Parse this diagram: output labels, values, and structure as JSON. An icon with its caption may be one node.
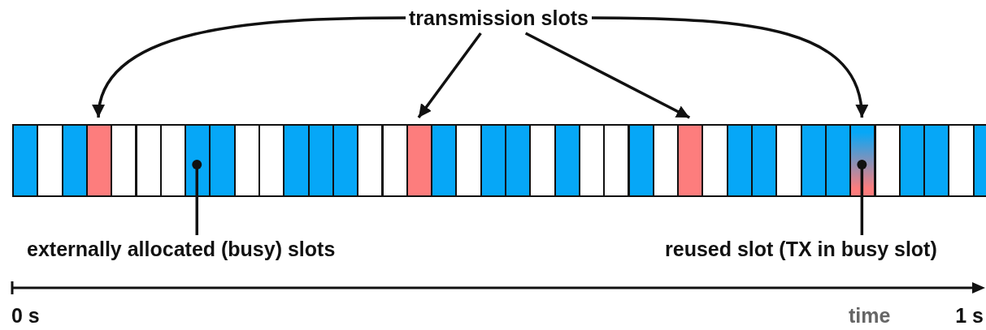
{
  "diagram": {
    "nodes": [
      {
        "text": [
          "transmission slots"
        ]
      },
      {
        "text": [],
        "shape": "box"
      },
      {
        "text": [],
        "shape": "box"
      },
      {
        "text": [],
        "shape": "box"
      },
      {
        "text": [],
        "shape": "box"
      },
      {
        "text": [],
        "shape": "box"
      },
      {
        "text": [],
        "shape": "box"
      },
      {
        "text": [],
        "shape": "box"
      },
      {
        "text": [],
        "shape": "box"
      },
      {
        "text": [],
        "shape": "box"
      },
      {
        "text": [],
        "shape": "box"
      },
      {
        "text": [],
        "shape": "box"
      },
      {
        "text": [],
        "shape": "box"
      },
      {
        "text": [],
        "shape": "box"
      },
      {
        "text": [],
        "shape": "box"
      },
      {
        "text": [],
        "shape": "box"
      },
      {
        "text": [],
        "shape": "box"
      },
      {
        "text": [],
        "shape": "box"
      },
      {
        "text": [],
        "shape": "box"
      },
      {
        "text": [],
        "shape": "box"
      },
      {
        "text": [],
        "shape": "box"
      },
      {
        "text": [],
        "shape": "box"
      },
      {
        "text": [],
        "shape": "box"
      },
      {
        "text": [],
        "shape": "box"
      },
      {
        "text": [],
        "shape": "box"
      },
      {
        "text": [],
        "shape": "box"
      },
      {
        "text": [],
        "shape": "box"
      },
      {
        "text": [],
        "shape": "box"
      },
      {
        "text": [],
        "shape": "box"
      },
      {
        "text": [],
        "shape": "box"
      },
      {
        "text": [],
        "shape": "box"
      },
      {
        "text": [],
        "shape": "box"
      },
      {
        "text": [],
        "shape": "box"
      },
      {
        "text": [],
        "shape": "box"
      },
      {
        "text": [],
        "shape": "box"
      },
      {
        "text": [],
        "shape": "box"
      },
      {
        "text": [],
        "shape": "box"
      },
      {
        "text": [],
        "shape": "box"
      },
      {
        "text": [],
        "shape": "box"
      },
      {
        "text": [],
        "shape": "box"
      },
      {
        "text": [],
        "shape": "box"
      },
      {
        "text": [
          "externally allocated (busy) slots"
        ]
      },
      {
        "text": [
          "reused slot (TX in busy slot)"
        ]
      }
    ],
    "edges": [
      {
        "from": 0,
        "to": 4,
        "arrow": "to"
      },
      {
        "from": 0,
        "to": 17,
        "arrow": "to"
      },
      {
        "from": 0,
        "to": 28,
        "arrow": "to"
      },
      {
        "from": 0,
        "to": 35,
        "arrow": "to"
      },
      {
        "from": 41,
        "to": 8,
        "arrow": "other"
      },
      {
        "from": 42,
        "to": 35,
        "arrow": "other"
      }
    ],
    "labels": [
      "0 s",
      "time",
      "1 s"
    ]
  }
}
